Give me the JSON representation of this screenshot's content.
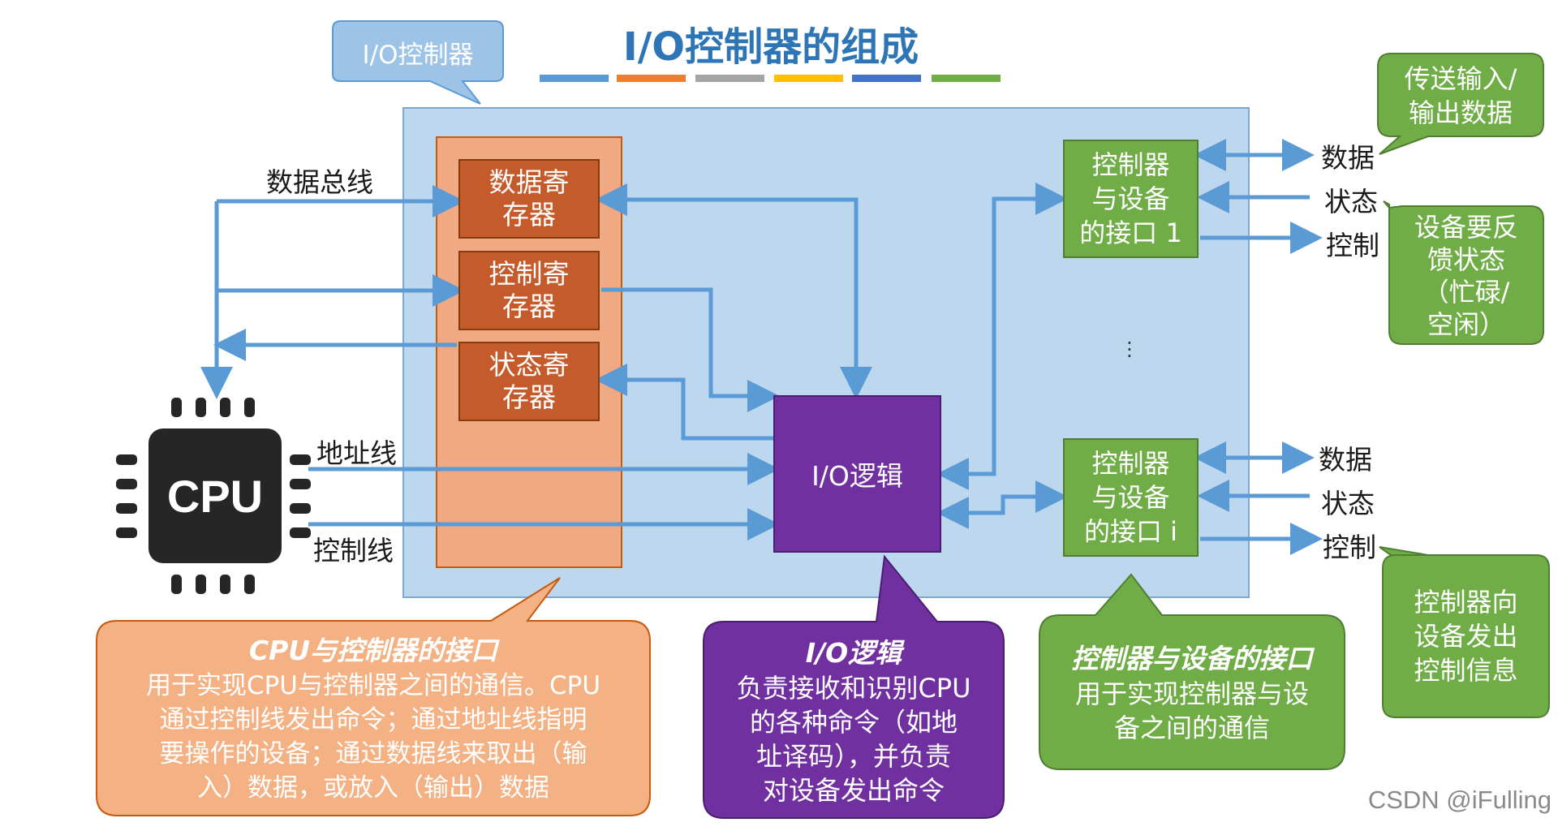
{
  "title": "I/O控制器的组成",
  "io_controller_tag": "I/O控制器",
  "colors": {
    "stripe_colors": [
      "#5b9bd5",
      "#ed7d31",
      "#a5a5a5",
      "#ffc000",
      "#4472c4",
      "#70ad47"
    ],
    "blue_panel": "#bdd7ee",
    "orange_panel": "#f1a983",
    "register": "#c55a2a",
    "io_logic": "#7030a0",
    "interface": "#70ad47",
    "arrow": "#5b9bd5",
    "cpu_chip": "#262626"
  },
  "cpu": {
    "label": "CPU",
    "icon": "cpu-chip-icon"
  },
  "bus_labels": {
    "data_bus": "数据总线",
    "address_line": "地址线",
    "control_line": "控制线"
  },
  "registers": {
    "data": [
      "数据寄",
      "存器"
    ],
    "control": [
      "控制寄",
      "存器"
    ],
    "status": [
      "状态寄",
      "存器"
    ]
  },
  "io_logic": {
    "label": "I/O逻辑"
  },
  "interfaces": [
    {
      "lines": [
        "控制器",
        "与设备",
        "的接口 1"
      ],
      "signals": {
        "data": "数据",
        "status": "状态",
        "control": "控制"
      }
    },
    {
      "lines": [
        "控制器",
        "与设备",
        "的接口 i"
      ],
      "signals": {
        "data": "数据",
        "status": "状态",
        "control": "控制"
      }
    }
  ],
  "ellipsis": "⋮",
  "callouts": {
    "transfer": [
      "传送输入/",
      "输出数据"
    ],
    "status_feedback": [
      "设备要反",
      "馈状态",
      "（忙碌/",
      "空闲）"
    ],
    "control_info": [
      "控制器向",
      "设备发出",
      "控制信息"
    ],
    "cpu_interface": {
      "title": "CPU与控制器的接口",
      "lines": [
        "用于实现CPU与控制器之间的通信。CPU",
        "通过控制线发出命令；通过地址线指明",
        "要操作的设备；通过数据线来取出（输",
        "入）数据，或放入（输出）数据"
      ]
    },
    "io_logic": {
      "title": "I/O逻辑",
      "lines": [
        "负责接收和识别CPU",
        "的各种命令（如地",
        "址译码），并负责",
        "对设备发出命令"
      ]
    },
    "device_interface": {
      "title": "控制器与设备的接口",
      "lines": [
        "用于实现控制器与设",
        "备之间的通信"
      ]
    }
  },
  "watermark": "CSDN @iFulling"
}
